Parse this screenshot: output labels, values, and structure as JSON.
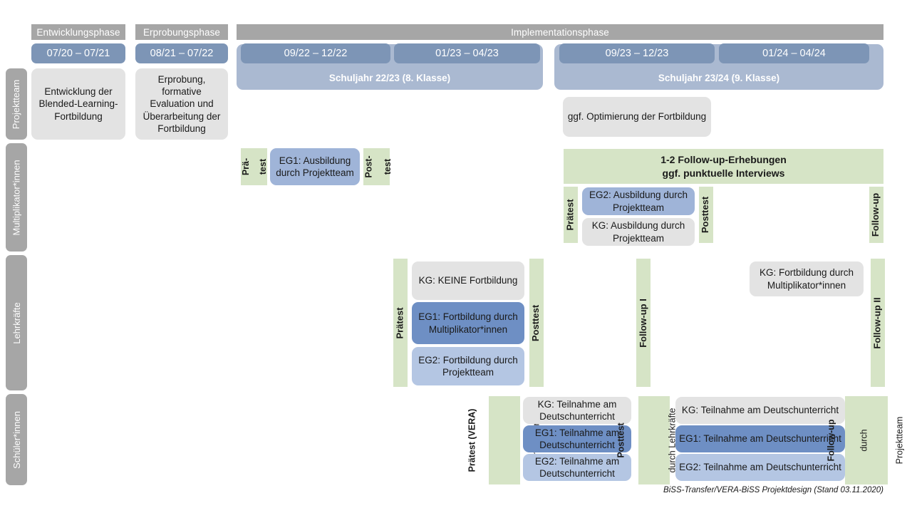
{
  "footer": {
    "note": "BiSS-Transfer/VERA-BiSS Projektdesign (Stand 03.11.2020)"
  },
  "colors": {
    "phase_gray": "#a6a6a6",
    "date_blue": "#7d95b6",
    "year_blue": "#aab9d1",
    "box_gray": "#e3e3e3",
    "eg1_dark_blue": "#6e8fc4",
    "eg1_medium_blue": "#9fb4d8",
    "eg2_light_blue": "#b4c6e3",
    "test_green": "#d6e4c6"
  },
  "phases": [
    {
      "label": "Entwicklungsphase"
    },
    {
      "label": "Erprobungsphase"
    },
    {
      "label": "Implementationsphase"
    }
  ],
  "date_chips": [
    {
      "label": "07/20 – 07/21"
    },
    {
      "label": "08/21 – 07/22"
    },
    {
      "label": "09/22 – 12/22"
    },
    {
      "label": "01/23 – 04/23"
    },
    {
      "label": "09/23 – 12/23"
    },
    {
      "label": "01/24 – 04/24"
    }
  ],
  "school_years": [
    {
      "label": "Schuljahr 22/23 (8. Klasse)"
    },
    {
      "label": "Schuljahr 23/24 (9. Klasse)"
    }
  ],
  "row_labels": [
    {
      "label": "Projektteam"
    },
    {
      "label": "Multiplikator*innen"
    },
    {
      "label": "Lehrkräfte"
    },
    {
      "label": "Schüler*innen"
    }
  ],
  "projektteam": {
    "entwicklung": "Entwicklung der Blended-Learning-Fortbildung",
    "erprobung": "Erprobung, formative Evaluation und Überarbeitung der Fortbildung",
    "optimierung": "ggf. Optimierung der Fortbildung"
  },
  "multiplikator": {
    "praetest_line1": "Prä-",
    "praetest_line2": "test",
    "posttest_line1": "Post-",
    "posttest_line2": "test",
    "eg1": "EG1: Ausbildung durch Projektteam",
    "followup_banner_line1": "1-2 Follow-up-Erhebungen",
    "followup_banner_line2": "ggf. punktuelle Interviews",
    "praetest2": "Prätest",
    "posttest2": "Posttest",
    "followup": "Follow-up",
    "eg2": "EG2: Ausbildung durch Projektteam",
    "kg": "KG: Ausbildung durch Projektteam"
  },
  "lehrkraefte": {
    "praetest": "Prätest",
    "posttest": "Posttest",
    "followup1": "Follow-up I",
    "followup2": "Follow-up II",
    "kg_keine": "KG:  KEINE Fortbildung",
    "eg1": "EG1: Fortbildung durch Multiplikator*innen",
    "eg2": "EG2: Fortbildung durch Projektteam",
    "kg_fortbildung": "KG: Fortbildung durch Multiplikator*innen"
  },
  "schueler": {
    "praetest_bold": "Prätest (VERA)",
    "praetest_reg": "durch Lehrkräfte",
    "posttest_bold": "Posttest",
    "posttest_reg": "durch Lehrkräfte",
    "followup_bold": "Follow-up",
    "followup_reg1": "durch",
    "followup_reg2": "Projektteam",
    "left": {
      "kg": "KG: Teilnahme am Deutschunterricht",
      "eg1": "EG1: Teilnahme am Deutschunterricht",
      "eg2": "EG2: Teilnahme am Deutschunterricht"
    },
    "right": {
      "kg": "KG: Teilnahme am Deutschunterricht",
      "eg1": "EG1: Teilnahme am Deutschunterricht",
      "eg2": "EG2: Teilnahme am Deutschunterricht"
    }
  }
}
